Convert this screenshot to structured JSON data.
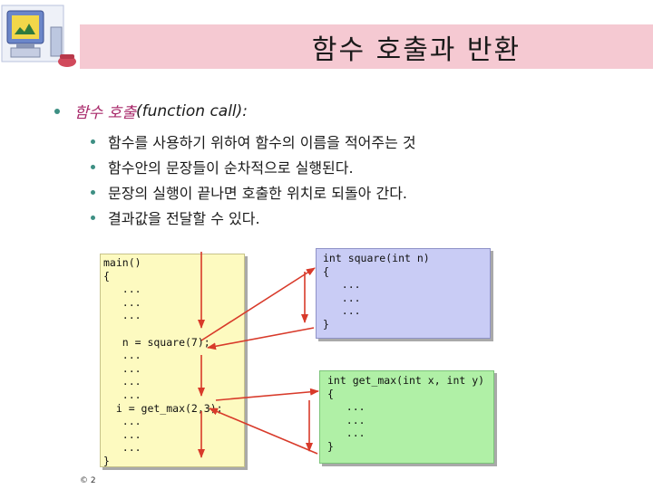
{
  "slide": {
    "title": "함수 호출과 반환",
    "main_bullet": {
      "term": "함수 호출",
      "paren": "(function call):"
    },
    "sub_bullets": [
      "함수를 사용하기 위하여 함수의 이름을 적어주는 것",
      "함수안의 문장들이 순차적으로 실행된다.",
      "문장의 실행이 끝나면 호출한 위치로 되돌아 간다.",
      "결과값을 전달할 수 있다."
    ],
    "footer": "© 2"
  },
  "code": {
    "main": "main()\n{\n   ...\n   ...\n   ...\n\n   n = square(7);\n   ...\n   ...\n   ...\n   ...\n  i = get_max(2,3);\n   ...\n   ...\n   ...\n}",
    "square": "int square(int n)\n{\n   ...\n   ...\n   ...\n}",
    "get_max": "int get_max(int x, int y)\n{\n   ...\n   ...\n   ...\n}"
  },
  "colors": {
    "title_bar": "#f5c9d2",
    "main_bg": "#fdfac0",
    "square_bg": "#c9ccf5",
    "get_max_bg": "#b0f0a6",
    "arrow": "#d83a2a",
    "bullet_dot": "#3d8f83",
    "term": "#a8296a"
  },
  "icons": {
    "logo": "computer-with-telephone-icon",
    "arrow": "red-flow-arrow-icon"
  }
}
